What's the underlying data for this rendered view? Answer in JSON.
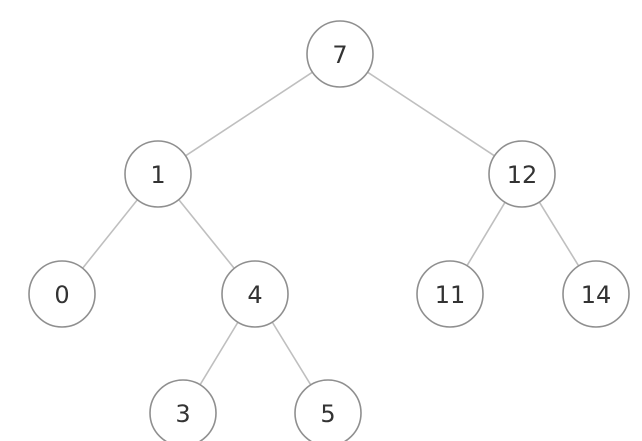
{
  "tree": {
    "nodes": [
      {
        "id": "n7",
        "label": "7"
      },
      {
        "id": "n1",
        "label": "1"
      },
      {
        "id": "n12",
        "label": "12"
      },
      {
        "id": "n0",
        "label": "0"
      },
      {
        "id": "n4",
        "label": "4"
      },
      {
        "id": "n11",
        "label": "11"
      },
      {
        "id": "n14",
        "label": "14"
      },
      {
        "id": "n3",
        "label": "3"
      },
      {
        "id": "n5",
        "label": "5"
      }
    ],
    "edges": [
      {
        "from": "n7",
        "to": "n1"
      },
      {
        "from": "n7",
        "to": "n12"
      },
      {
        "from": "n1",
        "to": "n0"
      },
      {
        "from": "n1",
        "to": "n4"
      },
      {
        "from": "n4",
        "to": "n3"
      },
      {
        "from": "n4",
        "to": "n5"
      },
      {
        "from": "n12",
        "to": "n11"
      },
      {
        "from": "n12",
        "to": "n14"
      }
    ]
  }
}
